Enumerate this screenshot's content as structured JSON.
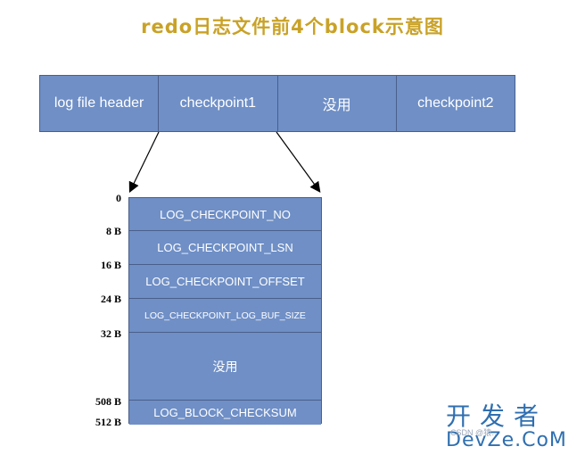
{
  "title": "redo日志文件前4个block示意图",
  "top_blocks": [
    "log file header",
    "checkpoint1",
    "没用",
    "checkpoint2"
  ],
  "structure_rows": [
    {
      "label": "LOG_CHECKPOINT_NO",
      "offset": "0"
    },
    {
      "label": "LOG_CHECKPOINT_LSN",
      "offset": "8 B"
    },
    {
      "label": "LOG_CHECKPOINT_OFFSET",
      "offset": "16 B"
    },
    {
      "label": "LOG_CHECKPOINT_LOG_BUF_SIZE",
      "offset": "24 B"
    },
    {
      "label": "没用",
      "offset": "32 B"
    },
    {
      "label": "LOG_BLOCK_CHECKSUM",
      "offset": "508 B"
    }
  ],
  "end_offset": "512 B",
  "watermark": {
    "line1": "开发者",
    "line2": "DevZe.CoM",
    "small": "CSDN @猿…"
  },
  "colors": {
    "block_fill": "#6f8fc6",
    "border": "#4a5f8a",
    "title": "#c9a227"
  }
}
